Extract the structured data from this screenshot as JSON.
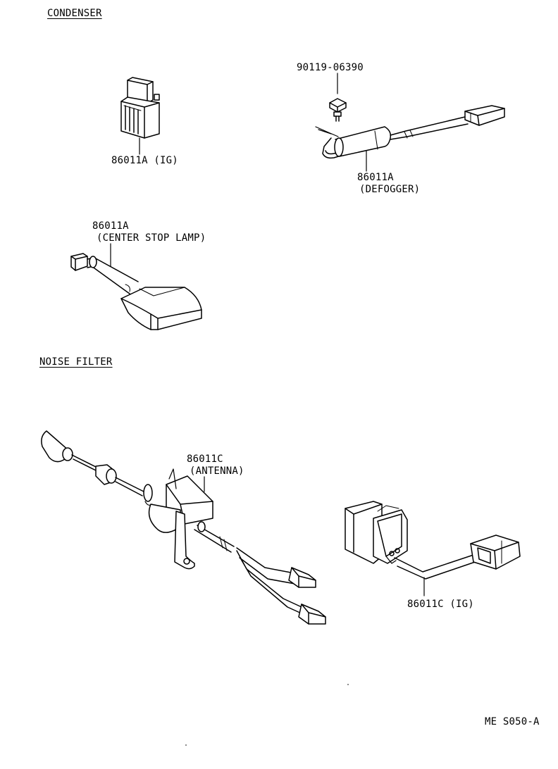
{
  "headings": {
    "condenser": "CONDENSER",
    "noise_filter": "NOISE FILTER"
  },
  "parts": {
    "ig_condenser": "86011A (IG)",
    "bolt": "90119-06390",
    "defogger_number": "86011A",
    "defogger_name": "(DEFOGGER)",
    "stop_lamp_number": "86011A",
    "stop_lamp_name": "(CENTER STOP LAMP)",
    "antenna_number": "86011C",
    "antenna_name": "(ANTENNA)",
    "ig_noise_filter": "86011C (IG)"
  },
  "footer": {
    "code": "ME S050-A"
  },
  "colors": {
    "line": "#000000",
    "background": "#ffffff",
    "shade": "#6a6a6a"
  }
}
